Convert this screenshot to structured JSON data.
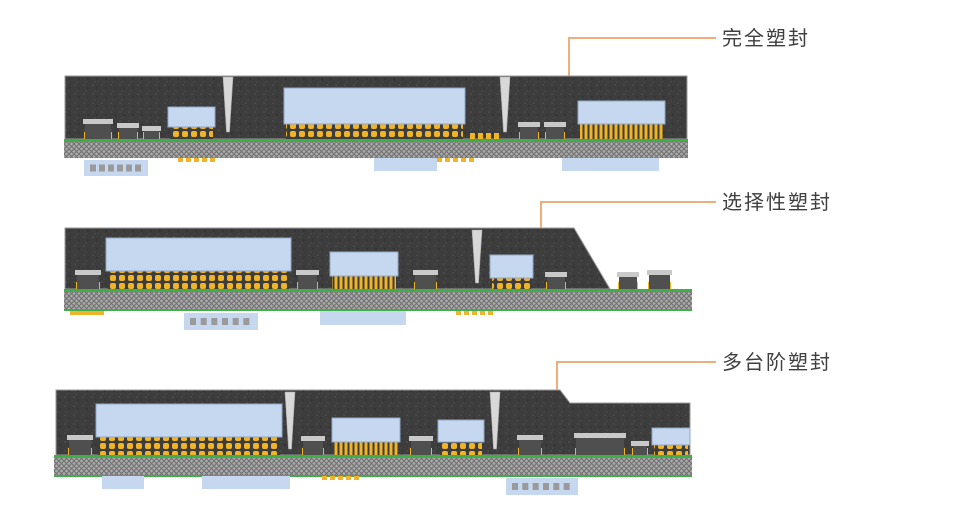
{
  "labels": [
    {
      "id": "full",
      "text": "完全塑封"
    },
    {
      "id": "selective",
      "text": "选择性塑封"
    },
    {
      "id": "multi_step",
      "text": "多台阶塑封"
    }
  ],
  "colors": {
    "background": "#ffffff",
    "molding": "#3d3d3d",
    "molding_speck_light": "#535353",
    "molding_speck_dark": "#2a2a2a",
    "molding_edge": "#9b9b9b",
    "chip": "#c6d8f0",
    "chip_edge": "#93a9c6",
    "substrate_base": "#ababab",
    "substrate_hatch": "#6f6f6f",
    "pcb_green": "#3fae49",
    "gold": "#f0b429",
    "comp_body": "#4f4f4f",
    "comp_cap": "#c9c9c9",
    "pillar": "#d8d8d8",
    "pillar_edge": "#a8a8a8",
    "pin": "#9a9a9a",
    "callout": "#efae7d",
    "label_text": "#3f3f3f"
  }
}
